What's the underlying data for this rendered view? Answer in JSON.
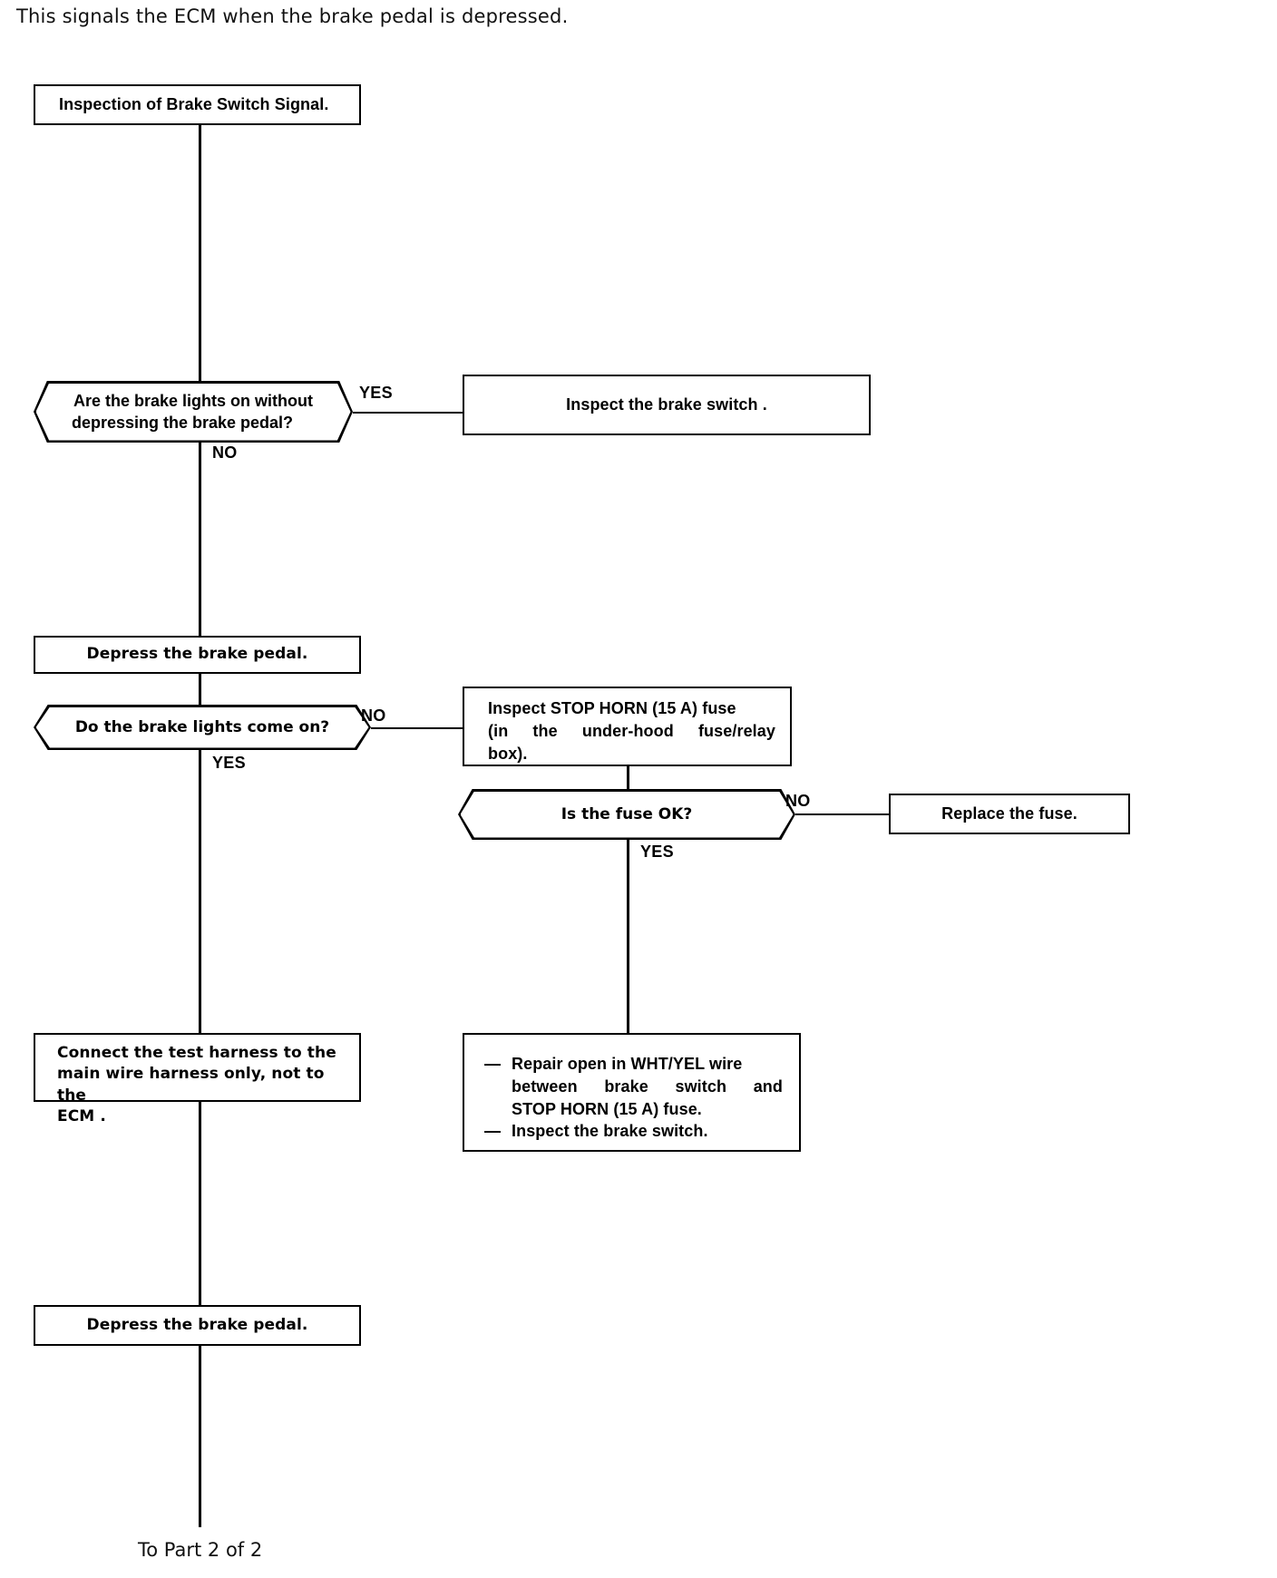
{
  "page": {
    "intro_text": "This signals the ECM when the brake pedal is depressed.",
    "footer_text": "To Part 2 of 2"
  },
  "chart_data": {
    "type": "diagram",
    "title": "Inspection of Brake Switch Signal.",
    "nodes": [
      {
        "id": "start",
        "shape": "process",
        "text": "Inspection of Brake Switch Signal."
      },
      {
        "id": "q1",
        "shape": "decision",
        "text": "Are the brake lights on without depressing the brake pedal?"
      },
      {
        "id": "inspect_sw",
        "shape": "process",
        "text": "Inspect the brake switch ."
      },
      {
        "id": "depress1",
        "shape": "process",
        "text": "Depress the brake pedal."
      },
      {
        "id": "q2",
        "shape": "decision",
        "text": "Do the brake lights come on?"
      },
      {
        "id": "inspect_fuse",
        "shape": "process",
        "text": "Inspect STOP HORN (15 A) fuse (in the under-hood fuse/relay box)."
      },
      {
        "id": "q3",
        "shape": "decision",
        "text": "Is the fuse OK?"
      },
      {
        "id": "replace_fuse",
        "shape": "process",
        "text": "Replace the fuse."
      },
      {
        "id": "repair",
        "shape": "process",
        "text": "— Repair open in WHT/YEL wire between brake switch and STOP HORN (15 A) fuse. — Inspect the brake switch."
      },
      {
        "id": "harness",
        "shape": "process",
        "text": "Connect the test harness to the main wire harness only, not to the ECM ."
      },
      {
        "id": "depress2",
        "shape": "process",
        "text": "Depress the brake pedal."
      }
    ],
    "edges": [
      {
        "from": "start",
        "to": "q1",
        "label": ""
      },
      {
        "from": "q1",
        "to": "inspect_sw",
        "label": "YES"
      },
      {
        "from": "q1",
        "to": "depress1",
        "label": "NO"
      },
      {
        "from": "depress1",
        "to": "q2",
        "label": ""
      },
      {
        "from": "q2",
        "to": "inspect_fuse",
        "label": "NO"
      },
      {
        "from": "q2",
        "to": "harness",
        "label": "YES"
      },
      {
        "from": "inspect_fuse",
        "to": "q3",
        "label": ""
      },
      {
        "from": "q3",
        "to": "replace_fuse",
        "label": "NO"
      },
      {
        "from": "q3",
        "to": "repair",
        "label": "YES"
      },
      {
        "from": "harness",
        "to": "depress2",
        "label": ""
      },
      {
        "from": "depress2",
        "to": "To Part 2 of 2",
        "label": ""
      }
    ]
  },
  "nodes": {
    "start": {
      "text": "Inspection of Brake Switch Signal."
    },
    "q1": {
      "line1": "Are the brake lights on without",
      "line2": "depressing the brake pedal?"
    },
    "inspect_sw": {
      "text": "Inspect the brake switch ."
    },
    "depress1": {
      "text": "Depress the brake pedal."
    },
    "q2": {
      "text": "Do the brake lights come on?"
    },
    "inspect_fuse": {
      "line1": "Inspect STOP HORN (15 A) fuse",
      "line2": "(in the under-hood fuse/relay",
      "line3": "box)."
    },
    "q3": {
      "text": "Is the fuse OK?"
    },
    "replace_fuse": {
      "text": "Replace the fuse."
    },
    "repair": {
      "item1_line1": "Repair open in WHT/YEL wire",
      "item1_line2": "between brake switch and",
      "item1_line3": "STOP HORN (15 A) fuse.",
      "item2": "Inspect the brake switch."
    },
    "harness": {
      "line1": "Connect the test harness to the",
      "line2": "main wire harness only, not to the",
      "line3": "ECM ."
    },
    "depress2": {
      "text": "Depress the brake pedal."
    }
  },
  "labels": {
    "q1_yes": "YES",
    "q1_no": "NO",
    "q2_no": "NO",
    "q2_yes": "YES",
    "q3_no": "NO",
    "q3_yes": "YES"
  },
  "colors": {
    "ink": "#000000",
    "paper": "#ffffff"
  }
}
